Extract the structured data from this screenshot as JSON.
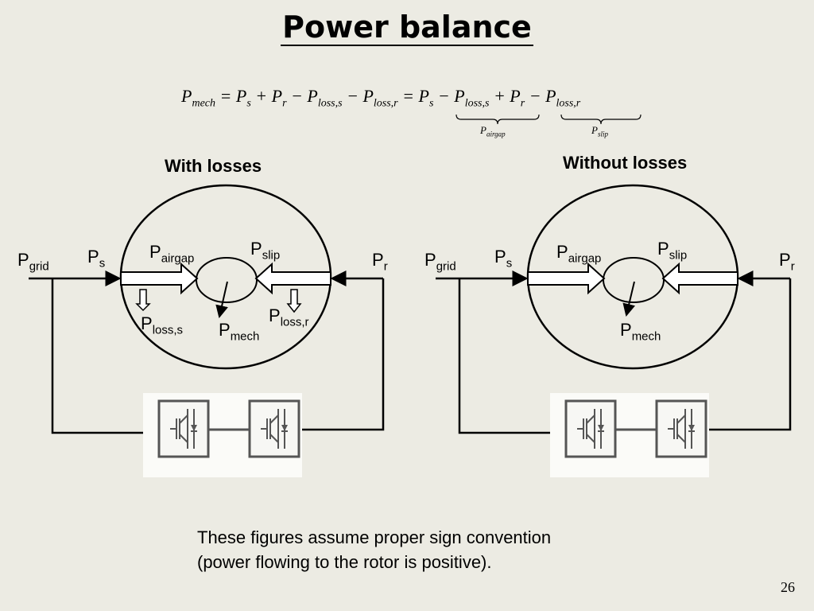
{
  "title": "Power balance",
  "equation": {
    "P": "P",
    "mech": "mech",
    "s": "s",
    "r": "r",
    "loss_s": "loss,s",
    "loss_r": "loss,r",
    "eq": "=",
    "plus": "+",
    "minus": "−",
    "airgap_label_sub": "airgap",
    "slip_label_sub": "slip"
  },
  "left": {
    "heading": "With losses",
    "p_grid_sub": "grid",
    "p_s_sub": "s",
    "p_airgap_sub": "airgap",
    "p_slip_sub": "slip",
    "p_r_sub": "r",
    "p_loss_s_sub": "loss,s",
    "p_loss_r_sub": "loss,r",
    "p_mech_sub": "mech"
  },
  "right": {
    "heading": "Without losses",
    "p_grid_sub": "grid",
    "p_s_sub": "s",
    "p_airgap_sub": "airgap",
    "p_slip_sub": "slip",
    "p_r_sub": "r",
    "p_mech_sub": "mech"
  },
  "P": "P",
  "note_line1": "These figures assume proper sign convention",
  "note_line2": "(power flowing to the rotor is positive).",
  "page_number": "26"
}
